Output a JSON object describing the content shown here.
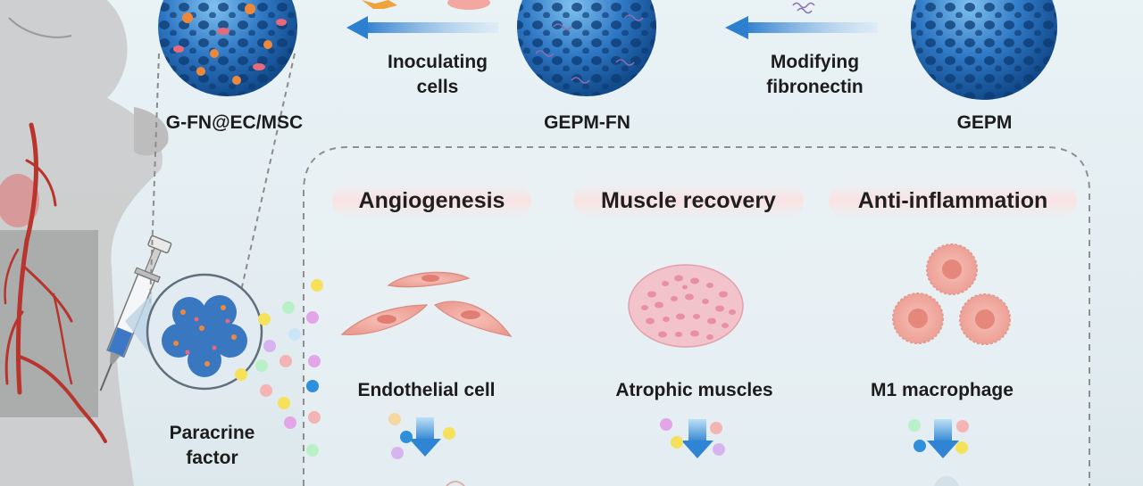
{
  "top_row": {
    "g_fn_label": "G-FN@EC/MSC",
    "arrow1_label_line1": "Inoculating",
    "arrow1_label_line2": "cells",
    "gepm_fn_label": "GEPM-FN",
    "arrow2_label_line1": "Modifying",
    "arrow2_label_line2": "fibronectin",
    "gepm_label": "GEPM"
  },
  "left": {
    "paracrine_line1": "Paracrine",
    "paracrine_line2": "factor"
  },
  "effects": [
    {
      "title": "Angiogenesis",
      "cell_label": "Endothelial cell"
    },
    {
      "title": "Muscle recovery",
      "cell_label": "Atrophic muscles"
    },
    {
      "title": "Anti-inflammation",
      "cell_label": "M1 macrophage"
    }
  ],
  "colors": {
    "scaffold_blue": "#2f78c4",
    "cell_pink": "#f0a39b",
    "vessel_red": "#b8342c",
    "arrow_blue": "#4a90d9",
    "background": "#e6eff3"
  }
}
